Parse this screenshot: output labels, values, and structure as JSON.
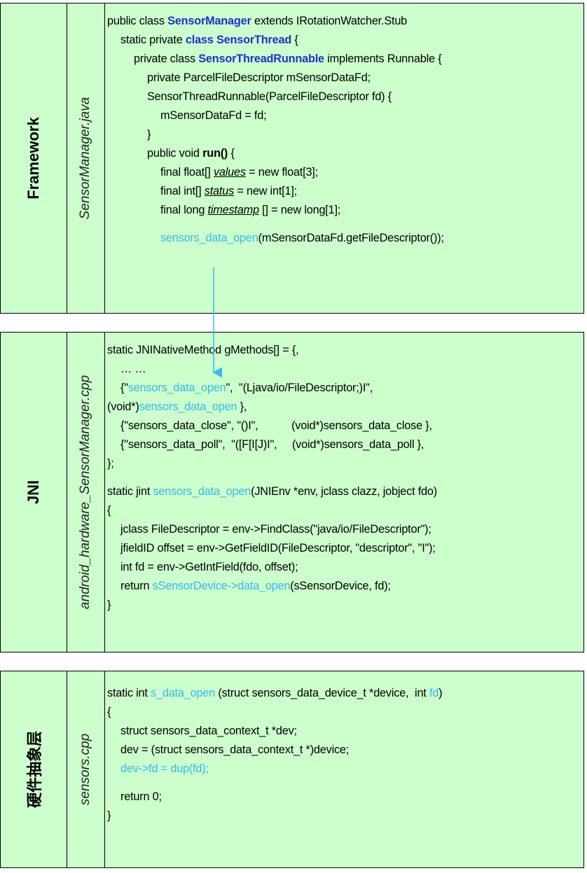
{
  "panels": [
    {
      "layer": "Framework",
      "file": "SensorManager.java",
      "lines": [
        {
          "indent": 0,
          "segs": [
            [
              "plain",
              "public class "
            ],
            [
              "kw",
              "SensorManager"
            ],
            [
              "plain",
              " extends IRotationWatcher.Stub"
            ]
          ]
        },
        {
          "indent": 1,
          "segs": [
            [
              "plain",
              "static private "
            ],
            [
              "kw",
              "class SensorThread"
            ],
            [
              "plain",
              " {"
            ]
          ]
        },
        {
          "indent": 2,
          "segs": [
            [
              "plain",
              "private class "
            ],
            [
              "kw",
              "SensorThreadRunnable"
            ],
            [
              "plain",
              " implements Runnable {"
            ]
          ]
        },
        {
          "indent": 3,
          "segs": [
            [
              "plain",
              "private ParcelFileDescriptor mSensorDataFd;"
            ]
          ]
        },
        {
          "indent": 3,
          "segs": [
            [
              "plain",
              "SensorThreadRunnable(ParcelFileDescriptor fd) {"
            ]
          ]
        },
        {
          "indent": 4,
          "segs": [
            [
              "plain",
              "mSensorDataFd = fd;"
            ]
          ]
        },
        {
          "indent": 3,
          "segs": [
            [
              "plain",
              "}"
            ]
          ]
        },
        {
          "indent": 3,
          "segs": [
            [
              "plain",
              "public void "
            ],
            [
              "bold",
              "run()"
            ],
            [
              "plain",
              " {"
            ]
          ]
        },
        {
          "indent": 4,
          "segs": [
            [
              "plain",
              "final float[] "
            ],
            [
              "iu",
              "values"
            ],
            [
              "plain",
              " = new float[3];"
            ]
          ]
        },
        {
          "indent": 4,
          "segs": [
            [
              "plain",
              "final int[] "
            ],
            [
              "iu",
              "status"
            ],
            [
              "plain",
              " = new int[1];"
            ]
          ]
        },
        {
          "indent": 4,
          "segs": [
            [
              "plain",
              "final long "
            ],
            [
              "iu",
              "timestamp"
            ],
            [
              "plain",
              " [] = new long[1];"
            ]
          ]
        },
        {
          "indent": 0,
          "spacer": true,
          "segs": []
        },
        {
          "indent": 4,
          "segs": [
            [
              "link",
              "sensors_data_open"
            ],
            [
              "plain",
              "(mSensorDataFd.getFileDescriptor());"
            ]
          ]
        }
      ]
    },
    {
      "layer": "JNI",
      "file": "android_hardware_SensorManager.cpp",
      "lines": [
        {
          "indent": 0,
          "segs": [
            [
              "plain",
              "static JNINativeMethod gMethods[] = {,"
            ]
          ]
        },
        {
          "indent": 1,
          "segs": [
            [
              "plain",
              "… …"
            ]
          ]
        },
        {
          "indent": 1,
          "segs": [
            [
              "plain",
              "{\""
            ],
            [
              "link",
              "sensors_data_open"
            ],
            [
              "plain",
              "\",  \"(Ljava/io/FileDescriptor;)I\","
            ]
          ]
        },
        {
          "indent": 0,
          "segs": [
            [
              "plain",
              "(void*)"
            ],
            [
              "link",
              "sensors_data_open"
            ],
            [
              "plain",
              " },"
            ]
          ]
        },
        {
          "indent": 1,
          "segs": [
            [
              "plain",
              "{\"sensors_data_close\", \"()I\",           (void*)sensors_data_close },"
            ]
          ]
        },
        {
          "indent": 1,
          "segs": [
            [
              "plain",
              "{\"sensors_data_poll\",  \"([F[I[J)I\",     (void*)sensors_data_poll },"
            ]
          ]
        },
        {
          "indent": 0,
          "segs": [
            [
              "plain",
              "};"
            ]
          ]
        },
        {
          "indent": 0,
          "spacer": true,
          "segs": []
        },
        {
          "indent": 0,
          "segs": [
            [
              "plain",
              "static jint "
            ],
            [
              "link",
              "sensors_data_open"
            ],
            [
              "plain",
              "(JNIEnv *env, jclass clazz, jobject fdo)"
            ]
          ]
        },
        {
          "indent": 0,
          "segs": [
            [
              "plain",
              "{"
            ]
          ]
        },
        {
          "indent": 1,
          "segs": [
            [
              "plain",
              "jclass FileDescriptor = env->FindClass(\"java/io/FileDescriptor\");"
            ]
          ]
        },
        {
          "indent": 1,
          "segs": [
            [
              "plain",
              "jfieldID offset = env->GetFieldID(FileDescriptor, \"descriptor\", \"I\");"
            ]
          ]
        },
        {
          "indent": 1,
          "segs": [
            [
              "plain",
              "int fd = env->GetIntField(fdo, offset);"
            ]
          ]
        },
        {
          "indent": 1,
          "segs": [
            [
              "plain",
              "return "
            ],
            [
              "link",
              "sSensorDevice->data_open"
            ],
            [
              "plain",
              "(sSensorDevice, fd);"
            ]
          ]
        },
        {
          "indent": 0,
          "segs": [
            [
              "plain",
              "}"
            ]
          ]
        }
      ]
    },
    {
      "layer": "硬件抽象层",
      "file": "sensors.cpp",
      "lines": [
        {
          "indent": 0,
          "segs": [
            [
              "plain",
              "static int "
            ],
            [
              "link",
              "s_data_open"
            ],
            [
              "plain",
              " (struct sensors_data_device_t *device,  int "
            ],
            [
              "link",
              "fd"
            ],
            [
              "plain",
              ")"
            ]
          ]
        },
        {
          "indent": 0,
          "segs": [
            [
              "plain",
              "{"
            ]
          ]
        },
        {
          "indent": 1,
          "segs": [
            [
              "plain",
              "struct sensors_data_context_t *dev;"
            ]
          ]
        },
        {
          "indent": 1,
          "segs": [
            [
              "plain",
              "dev = (struct sensors_data_context_t *)device;"
            ]
          ]
        },
        {
          "indent": 1,
          "segs": [
            [
              "link",
              "dev->fd = dup(fd);"
            ]
          ]
        },
        {
          "indent": 0,
          "spacer": true,
          "segs": []
        },
        {
          "indent": 1,
          "segs": [
            [
              "plain",
              "return 0;"
            ]
          ]
        },
        {
          "indent": 0,
          "segs": [
            [
              "plain",
              "}"
            ]
          ]
        }
      ]
    }
  ],
  "colors": {
    "panel_bg": "#ccffcc",
    "keyword": "#1f2fd6",
    "highlight": "#33bbee",
    "arrow": "#33bbee"
  }
}
